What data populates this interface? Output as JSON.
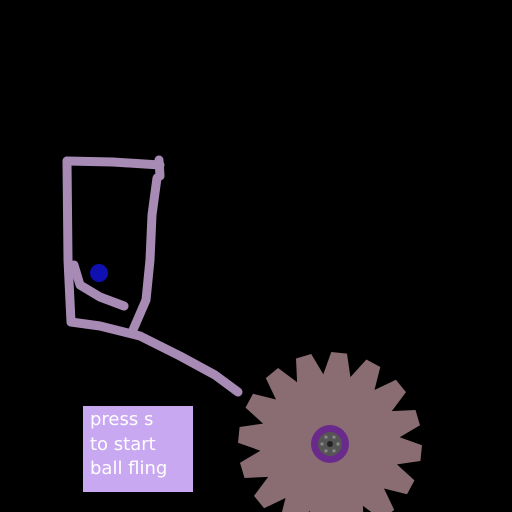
{
  "scene": {
    "background_color": "#000000",
    "stroke_color": "#a78bb5",
    "ball_color": "#1010b0",
    "gear_color": "#8a6d73",
    "gear_hub_color": "#6a2a8c",
    "gear_center_color": "#555555",
    "gear_teeth": 16
  },
  "hint": {
    "line1": "press s",
    "line2": "to start",
    "line3": "ball fling",
    "background": "#c9a8f2",
    "text_color": "#ffffff"
  }
}
